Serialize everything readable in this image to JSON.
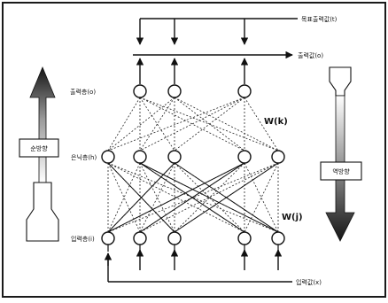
{
  "figure": {
    "labels": {
      "target_output": "목표출력값(t)",
      "output_value": "출력값(o)",
      "output_layer": "출력층(o)",
      "hidden_layer": "은닉층(h)",
      "input_layer": "입력층(i)",
      "input_value": "입력값(x)",
      "weight_upper": "W(k)",
      "weight_lower": "W(j)",
      "forward_box": "순방향",
      "backward_box": "역방향"
    },
    "colors": {
      "ink": "#111111",
      "paper": "#ffffff",
      "frame": "#1a1a1a"
    }
  }
}
